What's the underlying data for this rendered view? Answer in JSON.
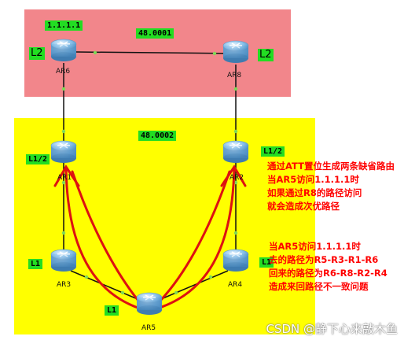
{
  "nodes": [
    {
      "id": "ar6",
      "name": "AR6",
      "level": "L2",
      "loopback": "1.1.1.1"
    },
    {
      "id": "ar8",
      "name": "AR8",
      "level": "L2"
    },
    {
      "id": "ar1",
      "name": "AR1",
      "level": "L1/2"
    },
    {
      "id": "ar2",
      "name": "AR2",
      "level": "L1/2"
    },
    {
      "id": "ar3",
      "name": "AR3",
      "level": "L1"
    },
    {
      "id": "ar4",
      "name": "AR4",
      "level": "L1"
    },
    {
      "id": "ar5",
      "name": "AR5",
      "level": "L1"
    }
  ],
  "areas": {
    "top": "48.0001",
    "bottom": "48.0002"
  },
  "notes": {
    "att": [
      "通过ATT置位生成两条缺省路由",
      "当AR5访问1.1.1.1时",
      "如果通过R8的路径访问",
      "就会造成次优路径"
    ],
    "path": [
      "当AR5访问1.1.1.1时",
      "去的路径为R5-R3-R1-R6",
      "回来的路径为R6-R8-R2-R4",
      "造成来回路径不一致问题"
    ]
  },
  "watermark": "CSDN @静下心来敲木鱼",
  "colors": {
    "top_area": "#f2868b",
    "bottom_area": "#ffff00",
    "tag": "#22dd22",
    "note": "#ff0000",
    "path": "#dd1111"
  }
}
